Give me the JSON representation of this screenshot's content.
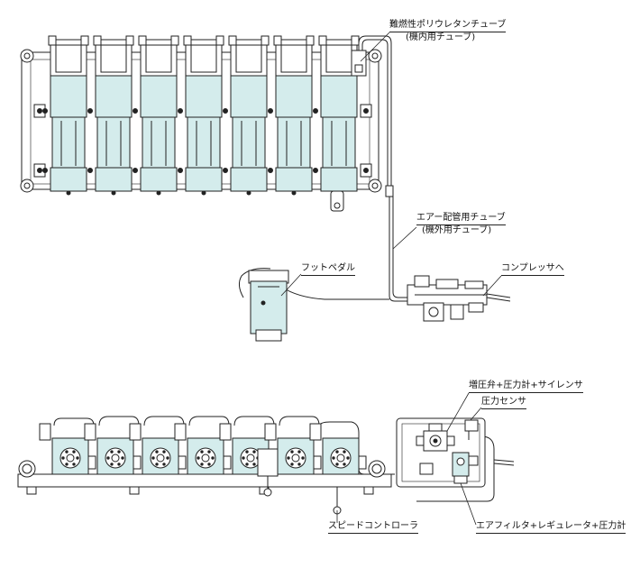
{
  "labels": {
    "internal_tube_line1": "難燃性ポリウレタンチューブ",
    "internal_tube_line2": "(機内用チューブ)",
    "external_tube_line1": "エアー配管用チューブ",
    "external_tube_line2": "(機外用チューブ)",
    "foot_pedal": "フットペダル",
    "to_compressor": "コンプレッサへ",
    "booster_valve": "増圧弁+圧力計+サイレンサ",
    "pressure_sensor": "圧力センサ",
    "speed_controller": "スピードコントローラ",
    "filter_regulator": "エアフィルタ+レギュレータ+圧力計"
  },
  "colors": {
    "body_teal": "#d4ecec",
    "line": "#222222",
    "frame_fill": "#ffffff"
  },
  "counts": {
    "top_units": 7,
    "bottom_units": 7
  }
}
